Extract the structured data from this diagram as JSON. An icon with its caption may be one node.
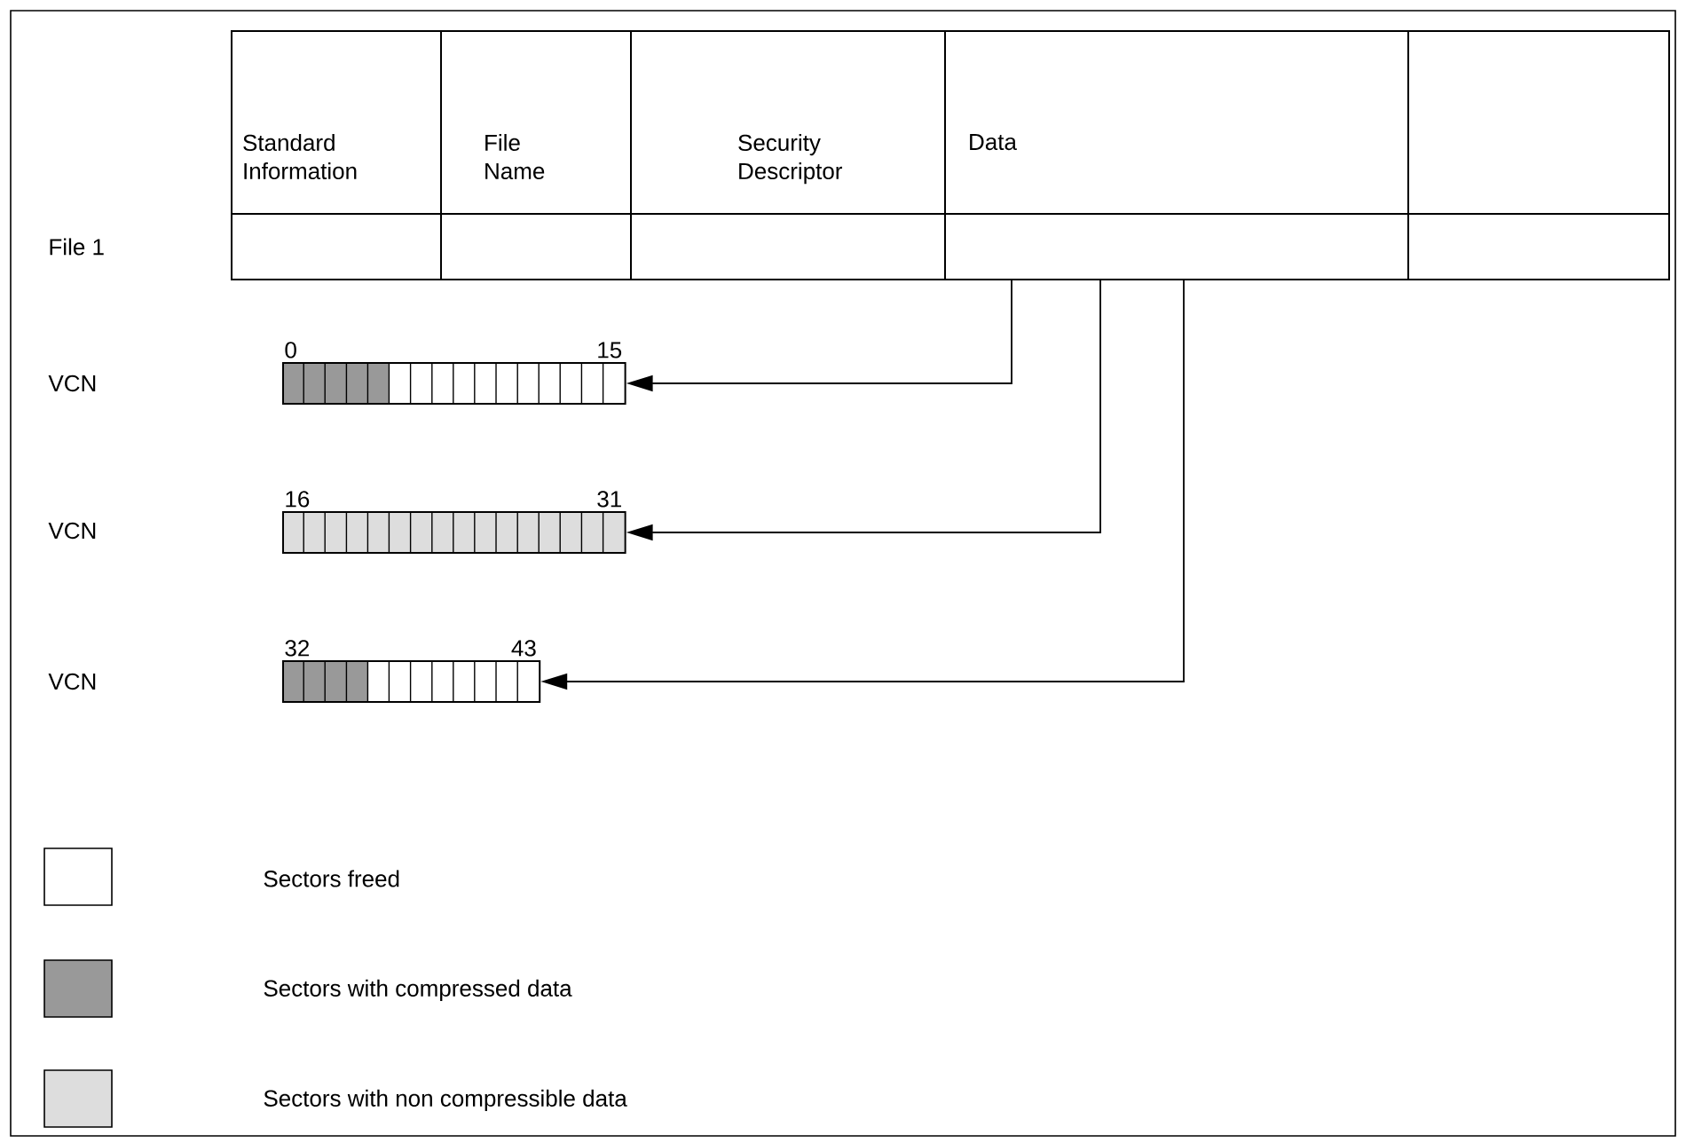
{
  "diagram": {
    "nodes": [
      {
        "text": [
          "Standard Information"
        ]
      },
      {
        "text": [
          "File Name"
        ]
      },
      {
        "text": [
          "Security Descriptor"
        ]
      },
      {
        "text": [
          "Data"
        ]
      },
      {
        "text": [],
        "shape": "box"
      },
      {
        "text": [],
        "shape": "box"
      },
      {
        "text": [],
        "shape": "box"
      },
      {
        "text": [],
        "shape": "box"
      },
      {
        "text": [],
        "shape": "box"
      },
      {
        "text": [],
        "shape": "box"
      },
      {
        "text": [],
        "shape": "bar",
        "beside": [
          "0",
          "15"
        ]
      },
      {
        "text": [],
        "shape": "bar",
        "beside": [
          "16",
          "31"
        ]
      },
      {
        "text": [],
        "shape": "bar",
        "beside": [
          "32",
          "43"
        ]
      }
    ],
    "edges": [
      {
        "from": 8,
        "to": 10,
        "arrow": "to"
      },
      {
        "from": 8,
        "to": 11,
        "arrow": "to"
      },
      {
        "from": 8,
        "to": 12,
        "arrow": "to"
      }
    ],
    "labels": [
      "File 1",
      "VCN",
      "VCN",
      "VCN"
    ],
    "legend": [
      {
        "text": "Sectors freed"
      },
      {
        "text": "Sectors with compressed data",
        "color": "#999999"
      },
      {
        "text": "Sectors with non compressible data",
        "color": "#dddddd"
      }
    ]
  }
}
